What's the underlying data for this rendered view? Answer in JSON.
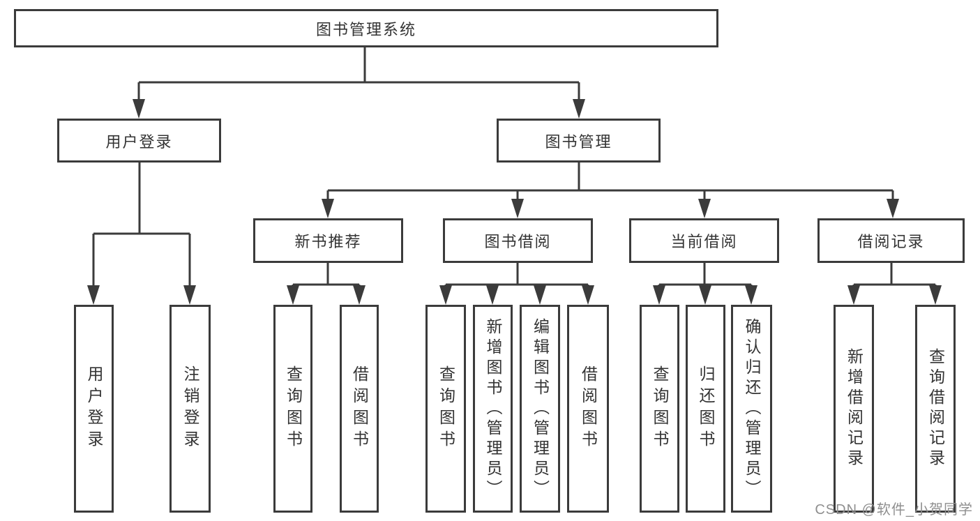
{
  "tree": {
    "root": {
      "label": "图书管理系统"
    },
    "branches": [
      {
        "label": "用户登录",
        "children": [
          {
            "label": "用户登录"
          },
          {
            "label": "注销登录"
          }
        ]
      },
      {
        "label": "图书管理",
        "children": [
          {
            "label": "新书推荐",
            "children": [
              {
                "label": "查询图书"
              },
              {
                "label": "借阅图书"
              }
            ]
          },
          {
            "label": "图书借阅",
            "children": [
              {
                "label": "查询图书"
              },
              {
                "label": "新增图书（管理员）"
              },
              {
                "label": "编辑图书（管理员）"
              },
              {
                "label": "借阅图书"
              }
            ]
          },
          {
            "label": "当前借阅",
            "children": [
              {
                "label": "查询图书"
              },
              {
                "label": "归还图书"
              },
              {
                "label": "确认归还（管理员）"
              }
            ]
          },
          {
            "label": "借阅记录",
            "children": [
              {
                "label": "新增借阅记录"
              },
              {
                "label": "查询借阅记录"
              }
            ]
          }
        ]
      }
    ]
  },
  "colors": {
    "line": "#3b3b3b",
    "text": "#333333",
    "watermark": "#8f8f8f"
  },
  "watermark": {
    "text": "CSDN @软件_小贺同学"
  }
}
